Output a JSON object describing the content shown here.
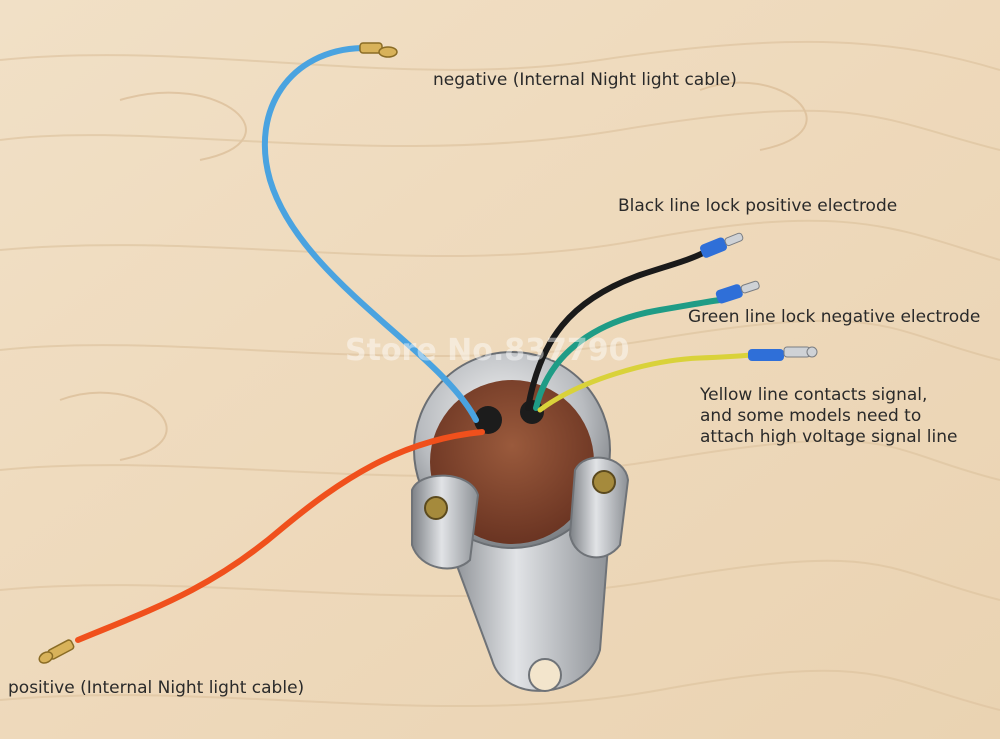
{
  "labels": {
    "negative": "negative (Internal Night light cable)",
    "black": "Black line lock positive electrode",
    "green": "Green line lock negative electrode",
    "yellow": [
      "Yellow line contacts signal,",
      "and some models need to",
      "attach high voltage signal line"
    ],
    "positive": "positive (Internal Night light cable)"
  },
  "watermark": "Store No.837790",
  "colors": {
    "wood": "#efdcc0",
    "blue_wire": "#4aa3e0",
    "black_wire": "#1a1a1a",
    "green_wire": "#1f9c86",
    "yellow_wire": "#d9d23a",
    "orange_wire": "#f0501c",
    "terminal_sleeve": "#2f6fd8",
    "brass": "#d8b25a"
  }
}
